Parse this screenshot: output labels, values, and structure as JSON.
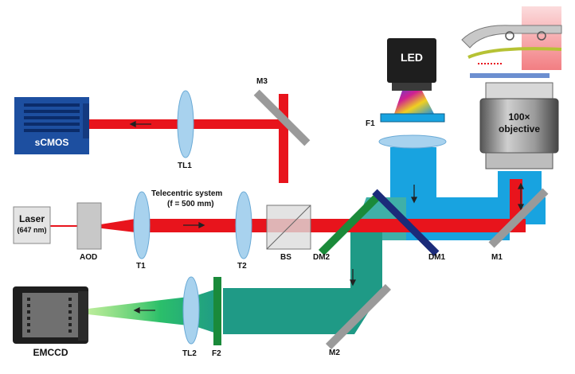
{
  "labels": {
    "m3": "M3",
    "tl1": "TL1",
    "scmos": "sCMOS",
    "led": "LED",
    "f1": "F1",
    "objective_line1": "100×",
    "objective_line2": "objective",
    "telecentric_title": "Telecentric system",
    "telecentric_f": "(f = 500 mm)",
    "laser": "Laser",
    "laser_wavelength": "(647 nm)",
    "aod": "AOD",
    "t1": "T1",
    "t2": "T2",
    "bs": "BS",
    "dm2": "DM2",
    "dm1": "DM1",
    "m1": "M1",
    "m2": "M2",
    "tl2": "TL2",
    "f2": "F2",
    "emccd": "EMCCD"
  },
  "colors": {
    "laser_beam": "#e8141c",
    "fluorescence_blue": "#18a3e0",
    "emission_green": "#1f9a86",
    "camera_blue": "#1d4fa0",
    "lens_blue": "#a8d2ee",
    "mirror_gray": "#9a9a9a",
    "dm1_navy": "#1b2b7a",
    "dm2_green": "#1a8a3a"
  }
}
